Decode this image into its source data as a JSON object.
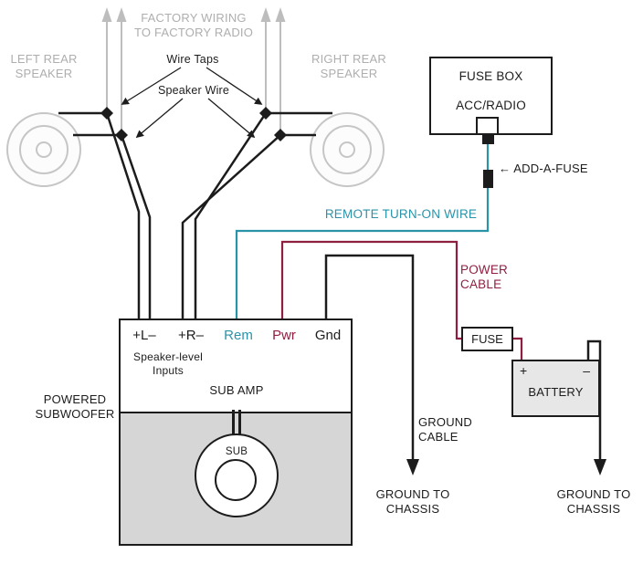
{
  "colors": {
    "teal": "#2b93a8",
    "maroon": "#8f1f41",
    "gray": "#aeaeae",
    "black": "#1c1c1c"
  },
  "top": {
    "factory_wiring": "FACTORY WIRING\nTO FACTORY RADIO",
    "wire_taps": "Wire Taps",
    "speaker_wire": "Speaker Wire",
    "left_speaker": "LEFT REAR\nSPEAKER",
    "right_speaker": "RIGHT REAR\nSPEAKER"
  },
  "fuse_box": {
    "title": "FUSE BOX",
    "subtitle": "ACC/RADIO"
  },
  "add_a_fuse": "← ADD-A-FUSE",
  "remote_wire": "REMOTE TURN-ON WIRE",
  "power_cable": "POWER\nCABLE",
  "fuse": "FUSE",
  "battery": {
    "name": "BATTERY",
    "plus": "+",
    "minus": "–"
  },
  "grounds": {
    "cable": "GROUND\nCABLE",
    "chassis_left": "GROUND TO\nCHASSIS",
    "chassis_right": "GROUND TO\nCHASSIS"
  },
  "amp": {
    "terminal_l": "+L–",
    "terminal_r": "+R–",
    "terminal_rem": "Rem",
    "terminal_pwr": "Pwr",
    "terminal_gnd": "Gnd",
    "speaker_level": "Speaker-level\nInputs",
    "sub_amp": "SUB AMP",
    "sub": "SUB",
    "powered_subwoofer": "POWERED\nSUBWOOFER"
  }
}
